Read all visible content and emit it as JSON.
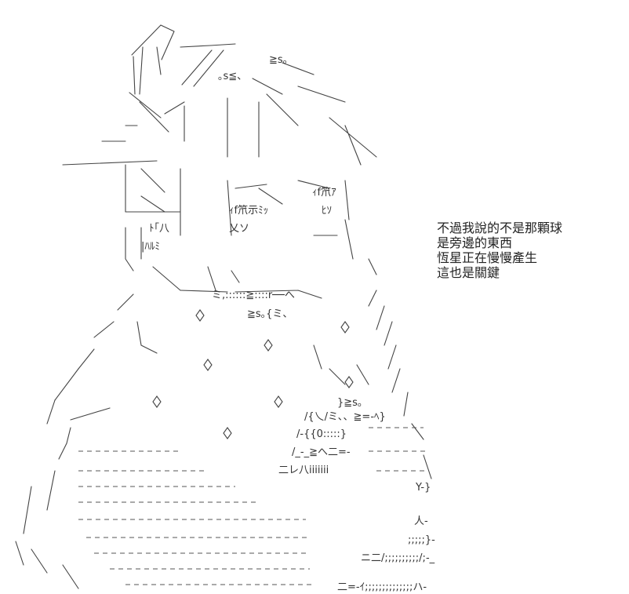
{
  "caption": {
    "lines": [
      "不過我說的不是那顆球",
      "是旁邊的東西",
      "恆星正在慢慢產生",
      "這也是關鍵"
    ]
  },
  "art": {
    "text_ink": "#333333",
    "snippets": [
      "≧s｡",
      "｡s≦、",
      "ｨf笊ｱ",
      "ｨf笊示ﾐｯ",
      "ﾋｿ",
      "乂ソ",
      "ﾄ｢八",
      "|ﾊﾙﾐ",
      "ミ,::::::≧::::r──へ",
      "≧s｡{ミ、",
      "}≧s｡",
      "/{乀/ミ､、≧=-ﾍ}",
      "/-{{0:::::}",
      "/_-_≧へ二=-",
      "二レ八iiiiiii",
      "Y-}",
      "人-",
      ";;;;;}-",
      "ニ二/;;;;;;;;;;/;-_",
      "二=-ｲ;;;;;;;;;;;;;;ハ-"
    ]
  }
}
